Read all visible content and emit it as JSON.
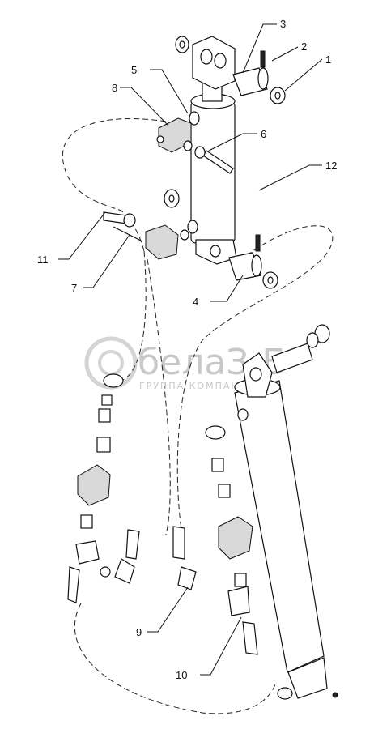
{
  "callouts": [
    {
      "id": "1",
      "label": "1"
    },
    {
      "id": "2",
      "label": "2"
    },
    {
      "id": "3",
      "label": "3"
    },
    {
      "id": "4",
      "label": "4"
    },
    {
      "id": "5",
      "label": "5"
    },
    {
      "id": "6",
      "label": "6"
    },
    {
      "id": "7",
      "label": "7"
    },
    {
      "id": "8",
      "label": "8"
    },
    {
      "id": "9",
      "label": "9"
    },
    {
      "id": "10",
      "label": "10"
    },
    {
      "id": "11",
      "label": "11"
    },
    {
      "id": "12",
      "label": "12"
    }
  ],
  "watermark": {
    "name": "белаЗ-Б",
    "subtitle": "ГРУППА КОМПАНИЙ"
  },
  "colors": {
    "line": "#111111",
    "watermark": "#c8c8c8",
    "background": "#ffffff"
  }
}
